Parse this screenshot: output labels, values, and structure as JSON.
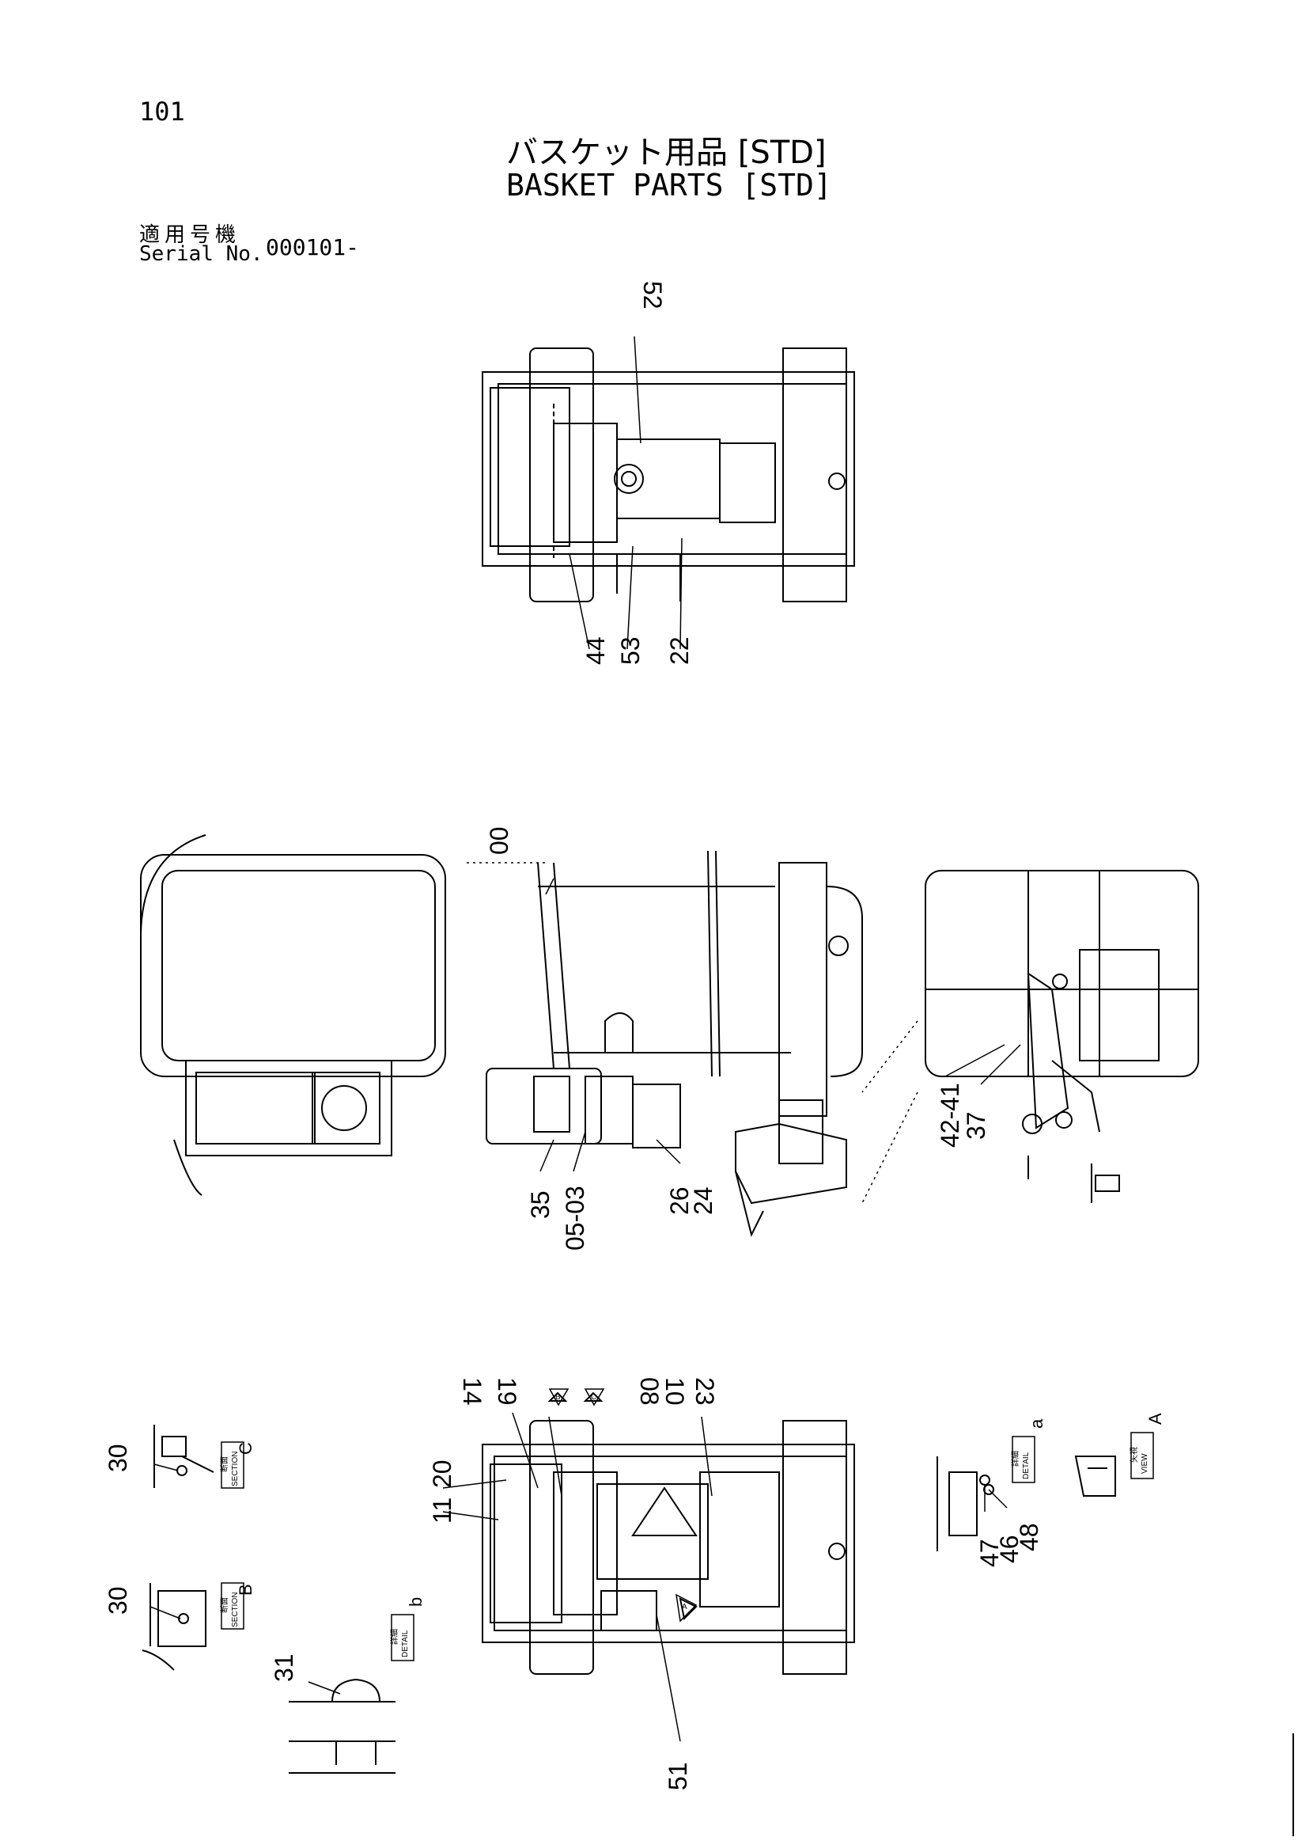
{
  "page_number": "101",
  "title_jp": "バスケット用品 [STD]",
  "title_en": "BASKET PARTS [STD]",
  "serial_label_jp": "適用号機",
  "serial_label_en": "Serial No.",
  "serial_value": "000101-",
  "callouts": {
    "c52": "52",
    "c44": "44",
    "c53": "53",
    "c22": "22",
    "c00": "00",
    "c35": "35",
    "c0503": "05-03",
    "c26": "26",
    "c24": "24",
    "c4241": "42-41",
    "c37": "37",
    "c14": "14",
    "c19": "19",
    "c08": "08",
    "c10": "10",
    "c23": "23",
    "c20": "20",
    "c11": "11",
    "c51": "51",
    "c30a": "30",
    "c30b": "30",
    "c31": "31",
    "c47": "47",
    "c46": "46",
    "c48": "48"
  },
  "tags": {
    "section_c_jp": "断面",
    "section_c_en": "SECTION",
    "section_c_letter": "C",
    "section_b_jp": "断面",
    "section_b_en": "SECTION",
    "section_b_letter": "B",
    "detail_b_jp": "詳細",
    "detail_b_en": "DETAIL",
    "detail_b_letter": "b",
    "detail_a_jp": "詳細",
    "detail_a_en": "DETAIL",
    "detail_a_letter": "a",
    "view_a_jp": "矢視",
    "view_a_en": "VIEW",
    "view_a_letter": "A",
    "arrow_a": "A",
    "arrow_b": "B",
    "arrow_c": "C"
  }
}
